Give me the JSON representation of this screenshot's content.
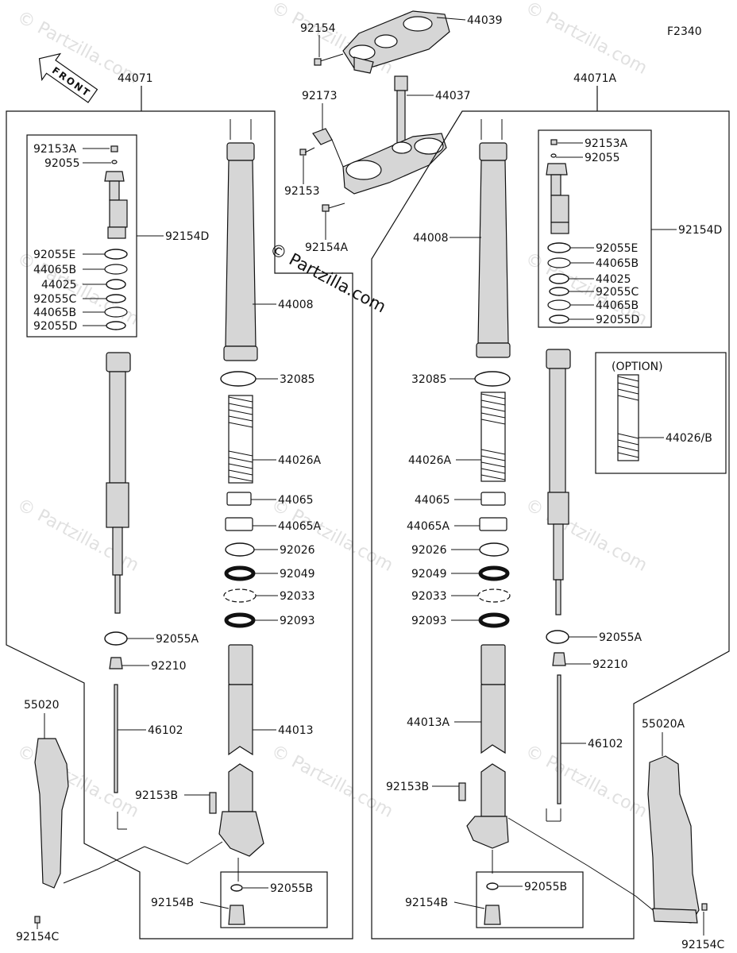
{
  "figure_code": "F2340",
  "front_label": "FRONT",
  "copyright": "© Partzilla.com",
  "watermark": "© Partzilla.com",
  "option_label": "(OPTION)",
  "labels": {
    "p44039": "44039",
    "p92154_top": "92154",
    "p44037": "44037",
    "p92173": "92173",
    "p92153": "92153",
    "p92154A": "92154A",
    "p44071": "44071",
    "p44071A": "44071A",
    "L_92153A": "92153A",
    "L_92055": "92055",
    "L_92154D": "92154D",
    "L_92055E": "92055E",
    "L_44065B_1": "44065B",
    "L_44025": "44025",
    "L_92055C": "92055C",
    "L_44065B_2": "44065B",
    "L_92055D": "92055D",
    "L_44008": "44008",
    "L_32085": "32085",
    "L_44026A": "44026A",
    "L_44065": "44065",
    "L_44065A": "44065A",
    "L_92026": "92026",
    "L_92049": "92049",
    "L_92033": "92033",
    "L_92093": "92093",
    "L_92055A": "92055A",
    "L_92210": "92210",
    "L_46102": "46102",
    "L_44013": "44013",
    "L_55020": "55020",
    "L_92153B": "92153B",
    "L_92055B": "92055B",
    "L_92154B": "92154B",
    "L_92154C": "92154C",
    "R_92153A": "92153A",
    "R_92055": "92055",
    "R_92154D": "92154D",
    "R_92055E": "92055E",
    "R_44065B_1": "44065B",
    "R_44025": "44025",
    "R_92055C": "92055C",
    "R_44065B_2": "44065B",
    "R_92055D": "92055D",
    "R_44008": "44008",
    "R_32085": "32085",
    "R_44026A": "44026A",
    "R_44065": "44065",
    "R_44065A": "44065A",
    "R_92026": "92026",
    "R_92049": "92049",
    "R_92033": "92033",
    "R_92093": "92093",
    "R_44026B": "44026/B",
    "R_92055A": "92055A",
    "R_92210": "92210",
    "R_46102": "46102",
    "R_44013A": "44013A",
    "R_55020A": "55020A",
    "R_92153B": "92153B",
    "R_92055B": "92055B",
    "R_92154B": "92154B",
    "R_92154C": "92154C"
  }
}
